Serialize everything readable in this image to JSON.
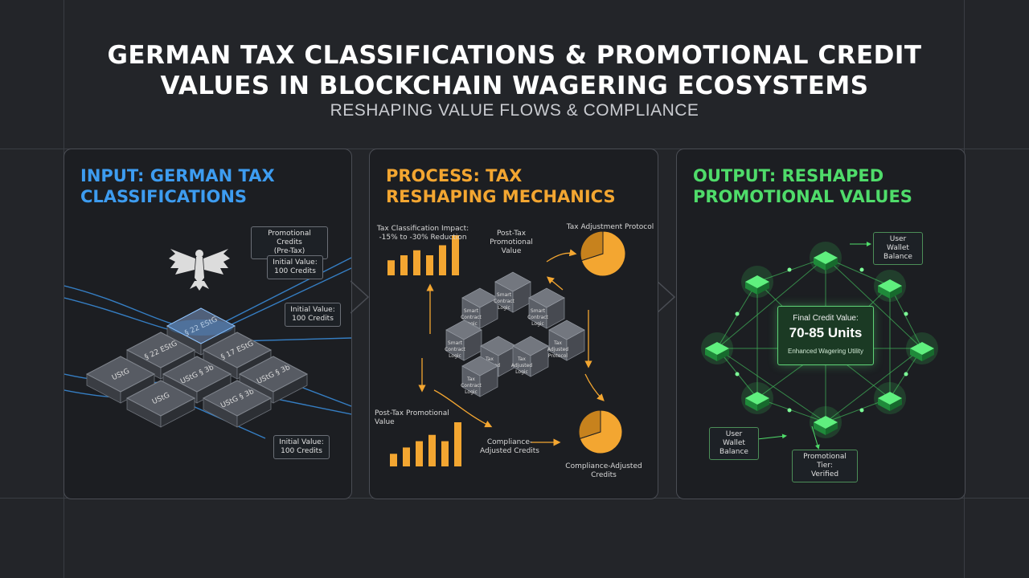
{
  "title_line1": "GERMAN TAX CLASSIFICATIONS & PROMOTIONAL CREDIT",
  "title_line2": "VALUES IN BLOCKCHAIN WAGERING ECOSYSTEMS",
  "subtitle": "RESHAPING VALUE FLOWS & COMPLIANCE",
  "colors": {
    "input": "#3d9cf0",
    "process": "#f3a631",
    "output": "#4fdc6a"
  },
  "input": {
    "title_line1": "INPUT: GERMAN TAX",
    "title_line2": "CLASSIFICATIONS",
    "emblem": "eagle-icon",
    "box_promo_line1": "Promotional Credits",
    "box_promo_line2": "(Pre-Tax)",
    "box_initial1_line1": "Initial Value:",
    "box_initial1_line2": "100 Credits",
    "box_initial2_line1": "Initial Value:",
    "box_initial2_line2": "100 Credits",
    "box_initial3_line1": "Initial Value:",
    "box_initial3_line2": "100 Credits",
    "block_labels": [
      "§ 22 EStG",
      "§ 22 EStG",
      "§ 17 EStG",
      "UStG",
      "UStG § 3b",
      "UStG § 3b",
      "UStG",
      "UStG § 3b"
    ]
  },
  "process": {
    "title_line1": "PROCESS: TAX",
    "title_line2": "RESHAPING MECHANICS",
    "impact_line1": "Tax Classification Impact:",
    "impact_line2": "-15% to -30% Reduction",
    "post_tax_top_line1": "Post-Tax",
    "post_tax_top_line2": "Promotional",
    "post_tax_top_line3": "Value",
    "protocol": "Tax Adjustment Protocol",
    "post_tax_bottom_line1": "Post-Tax Promotional",
    "post_tax_bottom_line2": "Value",
    "compliance_mid_line1": "Compliance-",
    "compliance_mid_line2": "Adjusted Credits",
    "compliance_bottom": "Compliance-Adjusted Credits",
    "cube_labels": [
      "Smart Contract Logic",
      "Smart Contract Logic",
      "Smart Contract Logic",
      "Smart Contract Logic",
      "Tax Adjusted Logic",
      "Tax Adjusted Logic",
      "Tax Adjusted Protocol",
      "Tax Contract Logic"
    ]
  },
  "output": {
    "title_line1": "OUTPUT: RESHAPED",
    "title_line2": "PROMOTIONAL VALUES",
    "wallet_top_line1": "User Wallet",
    "wallet_top_line2": "Balance",
    "final_label": "Final Credit Value:",
    "final_value": "70-85 Units",
    "final_caption": "Enhanced Wagering Utility",
    "wallet_bottom_line1": "User Wallet",
    "wallet_bottom_line2": "Balance",
    "tier_line1": "Promotional Tier:",
    "tier_line2": "Verified"
  },
  "chart_data": [
    {
      "type": "bar",
      "values": [
        3,
        4,
        5,
        4,
        6,
        8
      ],
      "title": ""
    },
    {
      "type": "bar",
      "values": [
        2,
        3,
        4,
        5,
        4,
        7
      ],
      "title": ""
    },
    {
      "type": "pie",
      "values": [
        70,
        30
      ],
      "title": ""
    },
    {
      "type": "pie",
      "values": [
        70,
        30
      ],
      "title": ""
    }
  ]
}
